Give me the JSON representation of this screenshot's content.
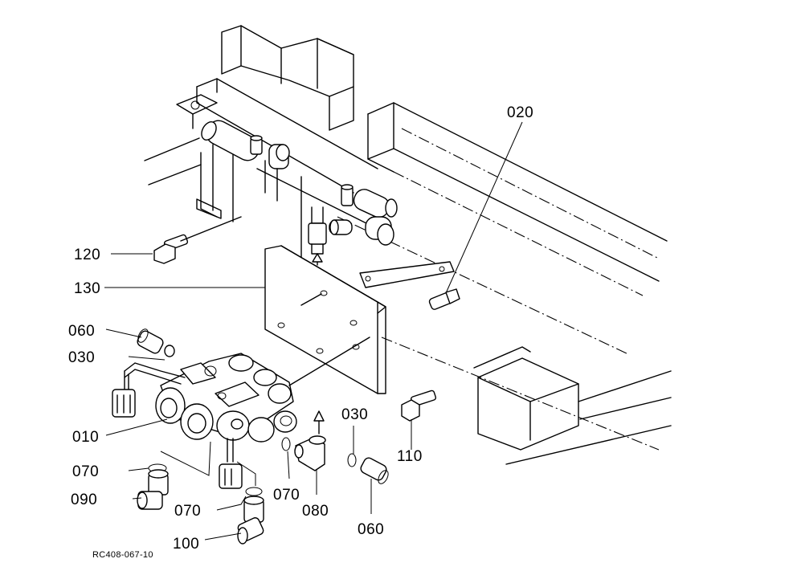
{
  "diagram": {
    "reference_code": "RC408-067-10",
    "callouts": [
      {
        "id": "c020",
        "text": "020"
      },
      {
        "id": "c120",
        "text": "120"
      },
      {
        "id": "c130",
        "text": "130"
      },
      {
        "id": "c060a",
        "text": "060"
      },
      {
        "id": "c030a",
        "text": "030"
      },
      {
        "id": "c010",
        "text": "010"
      },
      {
        "id": "c070a",
        "text": "070"
      },
      {
        "id": "c090",
        "text": "090"
      },
      {
        "id": "c070b",
        "text": "070"
      },
      {
        "id": "c100",
        "text": "100"
      },
      {
        "id": "c070c",
        "text": "070"
      },
      {
        "id": "c080",
        "text": "080"
      },
      {
        "id": "c030b",
        "text": "030"
      },
      {
        "id": "c060b",
        "text": "060"
      },
      {
        "id": "c110",
        "text": "110"
      }
    ]
  }
}
